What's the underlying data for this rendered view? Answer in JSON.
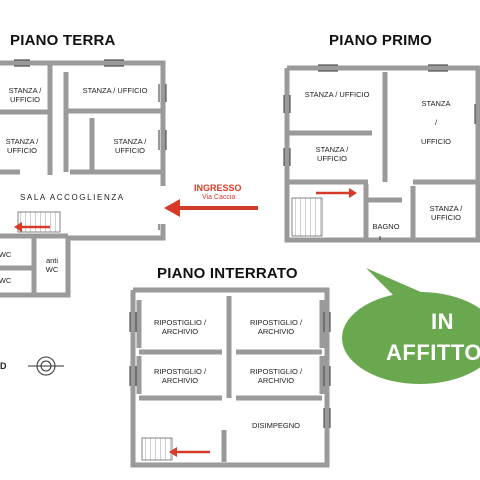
{
  "titles": {
    "piano_terra": "PIANO TERRA",
    "piano_primo": "PIANO PRIMO",
    "piano_interrato": "PIANO INTERRATO"
  },
  "piano_terra": {
    "rooms": {
      "stanza_ufficio_top_left": "STANZA / UFFICIO",
      "stanza_ufficio_top_right": "STANZA / UFFICIO",
      "stanza_ufficio_mid_left": "STANZA /\nUFFICIO",
      "stanza_ufficio_mid_right": "STANZA /\nUFFICIO",
      "sala_accoglienza": "SALA ACCOGLIENZA",
      "wc_1": "WC",
      "wc_2": "WC",
      "antiwc": "anti\nWC"
    },
    "ingresso_label": "INGRESSO",
    "ingresso_street": "Via Caccia",
    "north_mark": "D"
  },
  "piano_primo": {
    "rooms": {
      "stanza_ufficio_top": "STANZA / UFFICIO",
      "stanza_ufficio_mid": "STANZA /\nUFFICIO",
      "stanza_big": "STANZA\n\n/\n\nUFFICIO",
      "stanza_ufficio_low": "STANZA /\nUFFICIO",
      "bagno": "BAGNO"
    }
  },
  "piano_interrato": {
    "rooms": {
      "ripostiglio_1": "RIPOSTIGLIO /\nARCHIVIO",
      "ripostiglio_2": "RIPOSTIGLIO /\nARCHIVIO",
      "ripostiglio_3": "RIPOSTIGLIO /\nARCHIVIO",
      "ripostiglio_4": "RIPOSTIGLIO /\nARCHIVIO",
      "disimpegno": "DISIMPEGNO"
    }
  },
  "badge": {
    "line1": "IN",
    "line2": "AFFITTO"
  },
  "colors": {
    "wall": "#a8a8a8",
    "wall_dark": "#555555",
    "arrow": "#d63b2a",
    "badge": "#6aa84f"
  }
}
